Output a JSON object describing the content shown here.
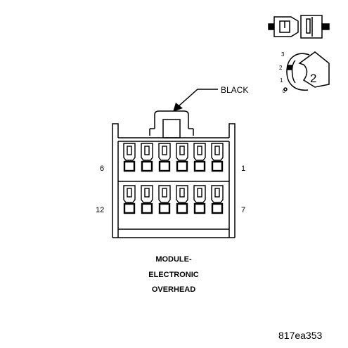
{
  "connector": {
    "color_label": "BLACK",
    "pin_labels": {
      "top_left": "6",
      "top_right": "1",
      "bottom_left": "12",
      "bottom_right": "7"
    },
    "top_row_cavities": 6,
    "bottom_row_cavities": 6
  },
  "title_lines": [
    "MODULE-",
    "ELECTRONIC",
    "OVERHEAD"
  ],
  "key_view": {
    "positions": [
      "3",
      "2",
      "1",
      "0"
    ],
    "number": "2"
  },
  "figure_id": "817ea353",
  "colors": {
    "line": "#000000",
    "background": "#ffffff"
  }
}
